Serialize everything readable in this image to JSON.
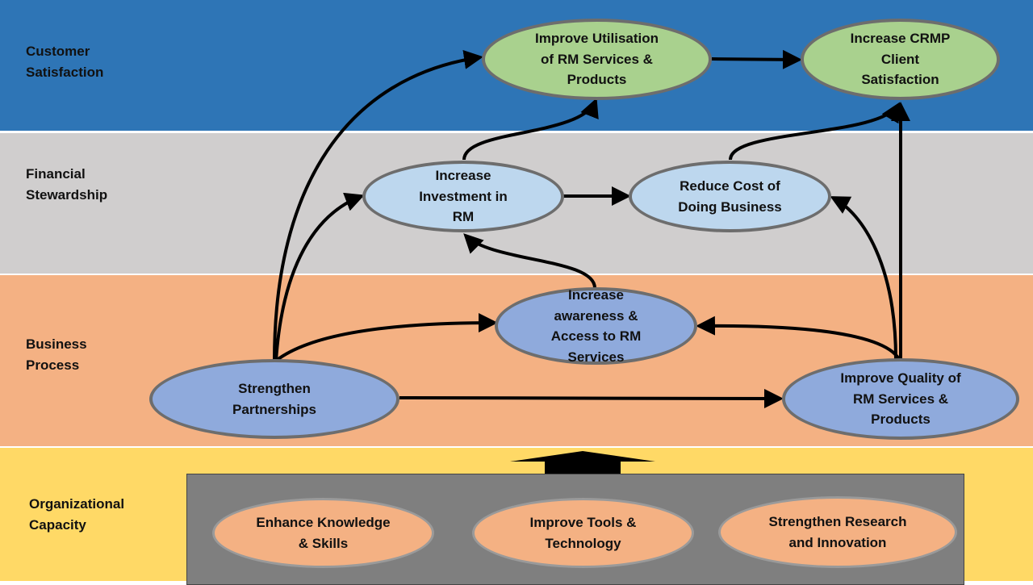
{
  "bands": {
    "customer": {
      "label": "Customer\nSatisfaction",
      "color": "#2e75b6"
    },
    "financial": {
      "label": "Financial\nStewardship",
      "color": "#d0cece"
    },
    "business": {
      "label": "Business\nProcess",
      "color": "#f4b183"
    },
    "organizational": {
      "label": "Organizational\nCapacity",
      "color": "#ffd966"
    }
  },
  "nodes": {
    "improve_utilisation": "Improve Utilisation\nof RM Services &\nProducts",
    "increase_satisfaction": "Increase CRMP\nClient\nSatisfaction",
    "increase_investment": "Increase\nInvestment in\nRM",
    "reduce_cost": "Reduce Cost of\nDoing Business",
    "increase_awareness": "Increase\nawareness &\nAccess to RM\nServices",
    "strengthen_partnerships": "Strengthen\nPartnerships",
    "improve_quality": "Improve Quality of\nRM Services &\nProducts",
    "enhance_knowledge": "Enhance Knowledge\n& Skills",
    "improve_tools": "Improve Tools &\nTechnology",
    "strengthen_research": "Strengthen Research\nand Innovation"
  },
  "colors": {
    "green_node": "#a9d18e",
    "light_blue_node": "#bdd7ee",
    "mid_blue_node": "#8faadc",
    "orange_node": "#f4b183",
    "capacity_box": "#7f7f7f",
    "arrow": "#000000"
  }
}
